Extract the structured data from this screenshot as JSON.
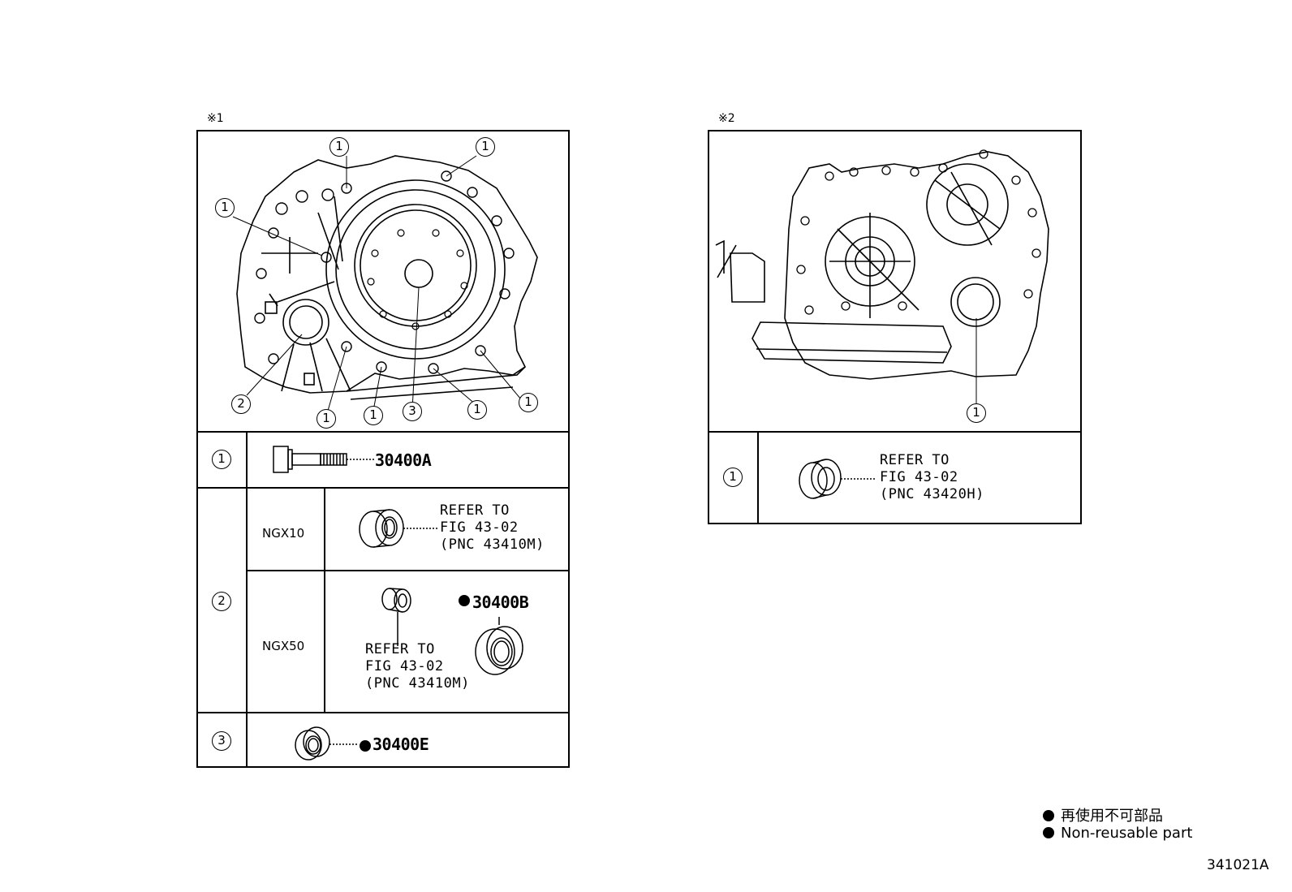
{
  "left_section": {
    "marker": "※1",
    "callouts": {
      "c1": "1",
      "c2": "2",
      "c3": "3"
    },
    "rows": [
      {
        "index": "1",
        "part_number": "30400A"
      },
      {
        "index": "2",
        "variants": [
          {
            "name": "NGX10",
            "refer": "REFER TO\nFIG 43-02\n(PNC 43410M)"
          },
          {
            "name": "NGX50",
            "refer": "REFER TO\nFIG 43-02\n(PNC 43410M)",
            "part_number": "30400B",
            "non_reusable": true
          }
        ]
      },
      {
        "index": "3",
        "part_number": "30400E",
        "non_reusable": true
      }
    ]
  },
  "right_section": {
    "marker": "※2",
    "callout": "1",
    "rows": [
      {
        "index": "1",
        "refer": "REFER TO\nFIG 43-02\n(PNC 43420H)"
      }
    ]
  },
  "legend": {
    "japanese": "再使用不可部品",
    "english": "Non-reusable part"
  },
  "figure_id": "341021A"
}
